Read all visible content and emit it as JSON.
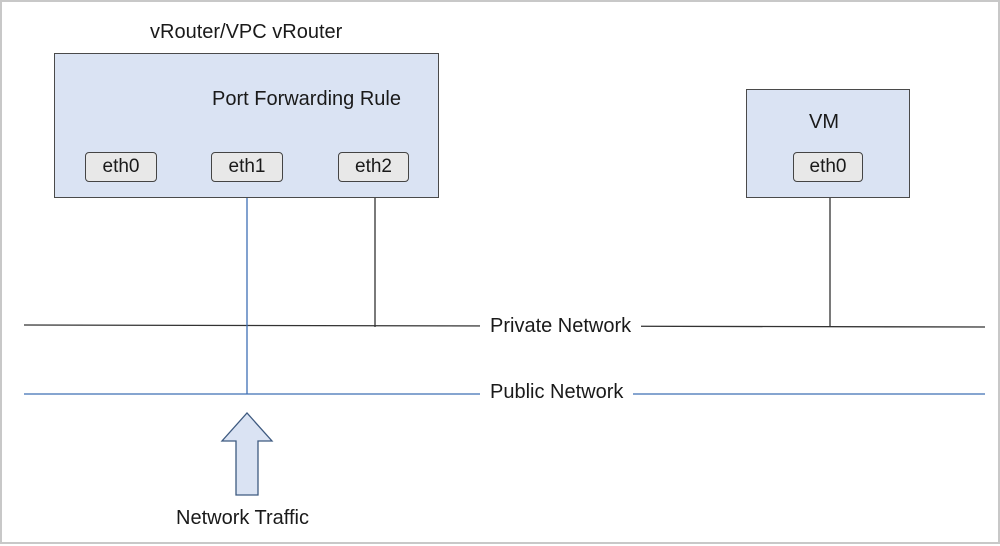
{
  "router": {
    "title": "vRouter/VPC vRouter",
    "rule_label": "Port Forwarding Rule",
    "interfaces": [
      "eth0",
      "eth1",
      "eth2"
    ]
  },
  "vm": {
    "title": "VM",
    "interface": "eth0"
  },
  "networks": {
    "private": "Private Network",
    "public": "Public Network"
  },
  "traffic": {
    "label": "Network Traffic"
  },
  "colors": {
    "box_fill": "#dae3f3",
    "public_line": "#3e6fb5",
    "private_line": "#333333",
    "interface_fill": "#e8e8e8"
  }
}
